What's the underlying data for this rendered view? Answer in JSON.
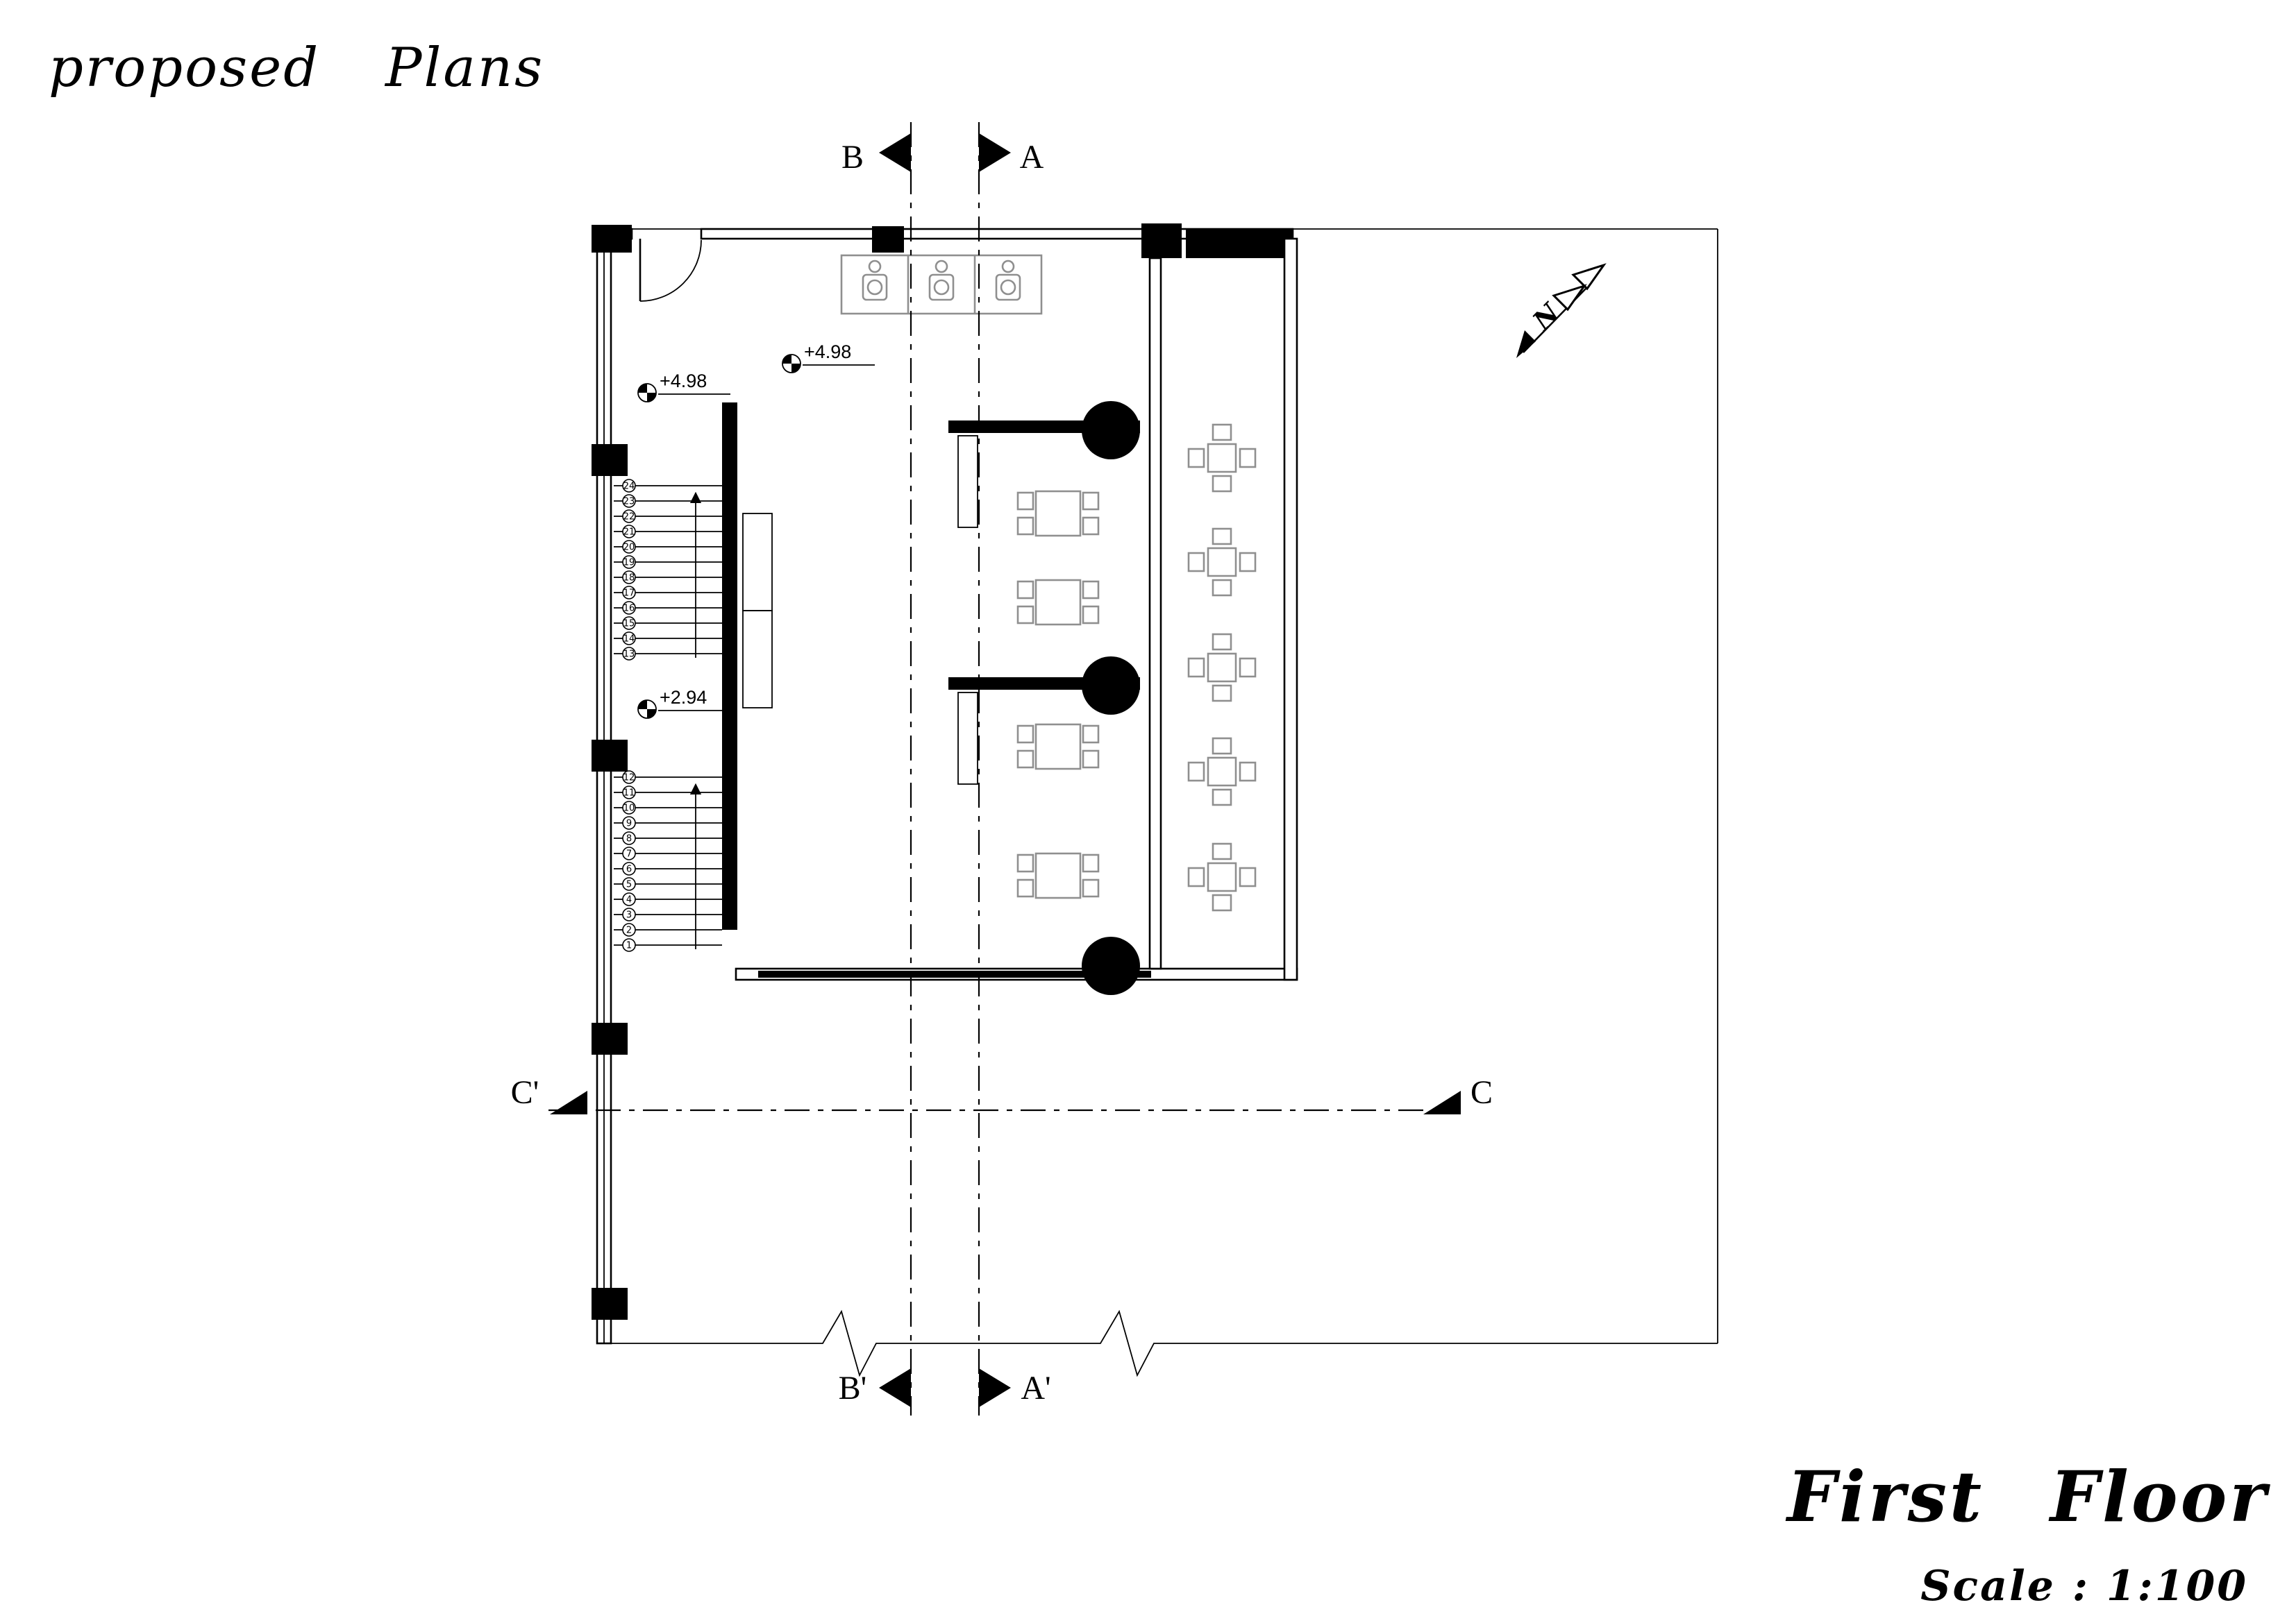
{
  "title": "proposed Plans",
  "footer": {
    "name": "First Floor",
    "scale": "Scale : 1:100"
  },
  "sections": {
    "b_top": "B",
    "a_top": "A",
    "b_bottom": "B'",
    "a_bottom": "A'",
    "c_left": "C'",
    "c_right": "C"
  },
  "levels": {
    "m1": "+4.98",
    "m2": "+4.98",
    "m3": "+2.94"
  },
  "north": "N",
  "stairs": {
    "lower": [
      1,
      2,
      3,
      4,
      5,
      6,
      7,
      8,
      9,
      10,
      11,
      12
    ],
    "upper": [
      13,
      14,
      15,
      16,
      17,
      18,
      19,
      20,
      21,
      22,
      23,
      24
    ]
  },
  "colors": {
    "ink": "#000000",
    "furniture": "#8f8f8f",
    "background": "#ffffff"
  }
}
